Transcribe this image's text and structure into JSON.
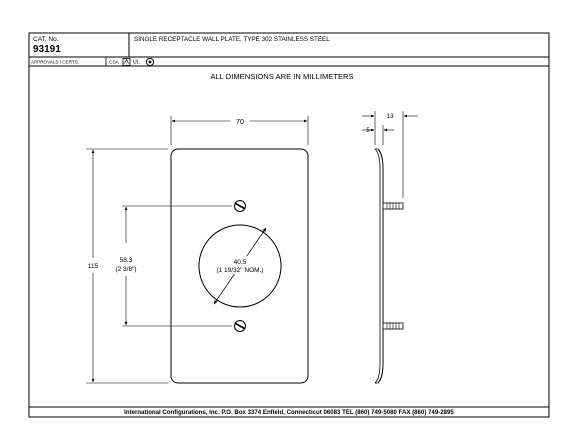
{
  "title_block": {
    "cat_label": "CAT. No.",
    "cat_number": "93191",
    "description": "SINGLE RECEPTACLE WALL PLATE, TYPE 302 STAINLESS STEEL",
    "approvals_label": "APPROVALS / CERTS.",
    "csa_label": "CSA",
    "ul_label": "UL"
  },
  "drawing": {
    "note": "ALL DIMENSIONS ARE IN MILLIMETERS",
    "dim_width": "70",
    "dim_height": "115",
    "dim_screw_spacing": "58.3",
    "dim_screw_spacing_inch": "(2 3/8\")",
    "dim_opening": "40.5",
    "dim_opening_inch": "(1 19/32\" NOM.)",
    "dim_depth": "13",
    "dim_profile": "5"
  },
  "footer": {
    "text": "International Configurations, Inc.  P.O. Box 3374  Enfield, Connecticut 06083 TEL (860) 749-5080  FAX (860) 749-2895"
  }
}
